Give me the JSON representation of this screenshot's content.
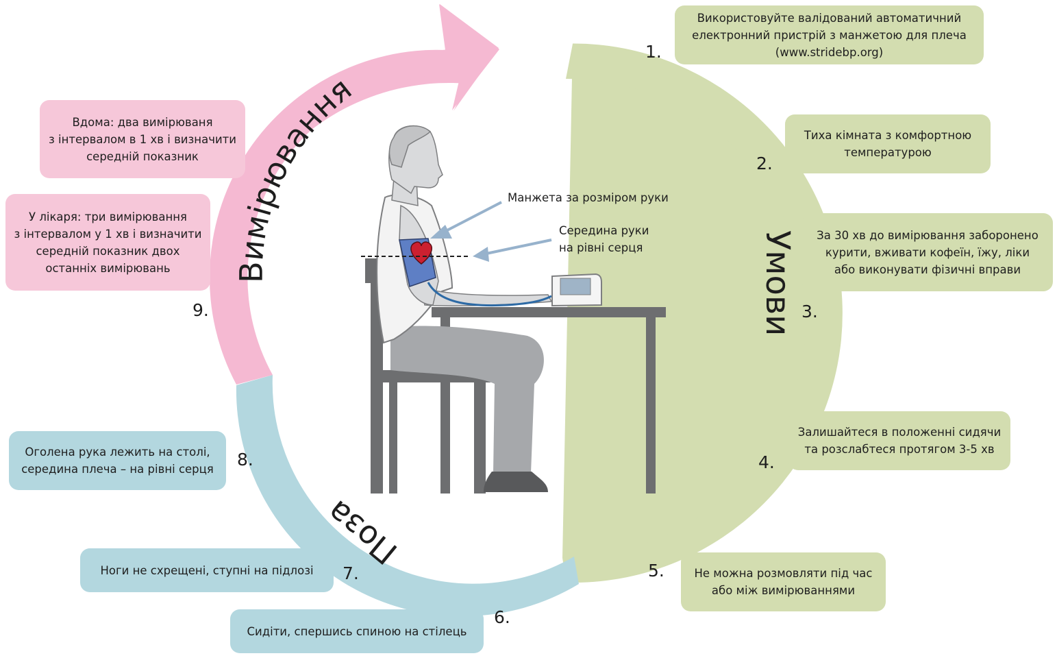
{
  "colors": {
    "green": "#d3ddb0",
    "pink": "#f6c7d9",
    "blue": "#b3d7df",
    "arrow_pink": "#f5b9d2",
    "arm_blue": "#a9cfd9",
    "pointer": "#97b2cc",
    "cuff": "#5e7fc5",
    "heart": "#cc2030"
  },
  "arc_labels": {
    "conditions": "Умови",
    "measurement": "Вимірювання",
    "posture": "Поза"
  },
  "steps": [
    {
      "number": "1.",
      "text": "Використовуйте валідований автоматичний\nелектронний пристрій з манжетою для плеча\n(www.stridebp.org)"
    },
    {
      "number": "2.",
      "text": "Тиха кімната з комфортною\nтемпературою"
    },
    {
      "number": "3.",
      "text": "За 30 хв до вимірювання заборонено\nкурити, вживати кофеїн, їжу, ліки\nабо виконувати фізичні вправи"
    },
    {
      "number": "4.",
      "text": "Залишайтеся в положенні сидячи\nта розслабтеся протягом 3-5 хв"
    },
    {
      "number": "5.",
      "text": "Не можна розмовляти під час\nабо між вимірюваннями"
    },
    {
      "number": "6.",
      "text": "Сидіти, спершись спиною на стілець"
    },
    {
      "number": "7.",
      "text": "Ноги не схрещені, ступні на підлозі"
    },
    {
      "number": "8.",
      "text": "Оголена рука лежить на столі,\nсередина плеча – на рівні серця"
    },
    {
      "number": "9.",
      "text": "У лікаря: три вимірювання\nз інтервалом у 1 хв і визначити\nсередній показник двох\nостанніх вимірювань"
    }
  ],
  "home_note": "Вдома: два вимірюваня\nз інтервалом в 1 хв і визначити\nсередній показник",
  "callouts": {
    "cuff": "Манжета за розміром руки",
    "arm_mid": "Середина руки\nна рівні серця"
  }
}
